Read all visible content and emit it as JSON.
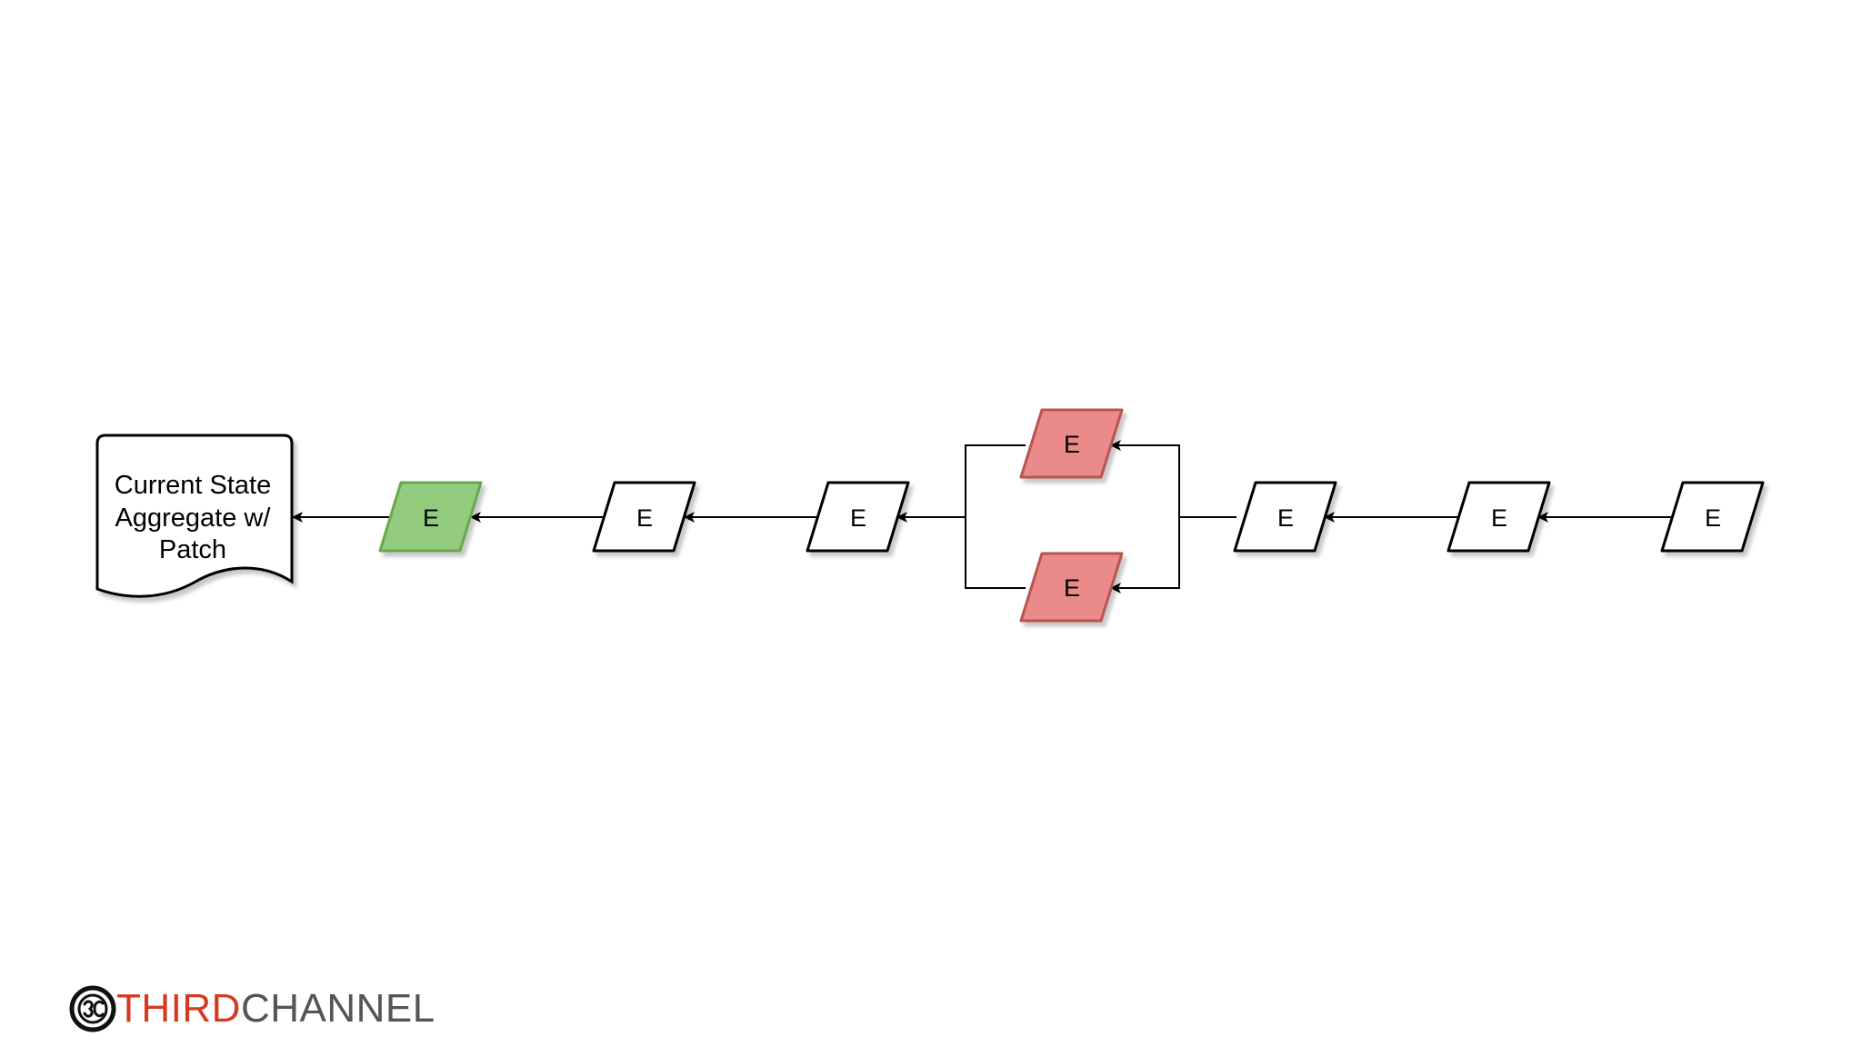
{
  "diagram": {
    "document": {
      "lines": [
        "Current State",
        "Aggregate w/",
        "Patch"
      ]
    },
    "events": [
      {
        "id": "e1",
        "label": "E",
        "color": "#93cc7f",
        "border": "#6aa84f"
      },
      {
        "id": "e2",
        "label": "E",
        "color": "#ffffff",
        "border": "#000000"
      },
      {
        "id": "e3",
        "label": "E",
        "color": "#ffffff",
        "border": "#000000"
      },
      {
        "id": "e4",
        "label": "E",
        "color": "#ea8a8a",
        "border": "#b85450"
      },
      {
        "id": "e5",
        "label": "E",
        "color": "#ea8a8a",
        "border": "#b85450"
      },
      {
        "id": "e6",
        "label": "E",
        "color": "#ffffff",
        "border": "#000000"
      },
      {
        "id": "e7",
        "label": "E",
        "color": "#ffffff",
        "border": "#000000"
      },
      {
        "id": "e8",
        "label": "E",
        "color": "#ffffff",
        "border": "#000000"
      }
    ]
  },
  "logo": {
    "part1": "THIRD",
    "part2": "CHANNEL",
    "accent": "#d9381e",
    "secondary": "#555555"
  }
}
